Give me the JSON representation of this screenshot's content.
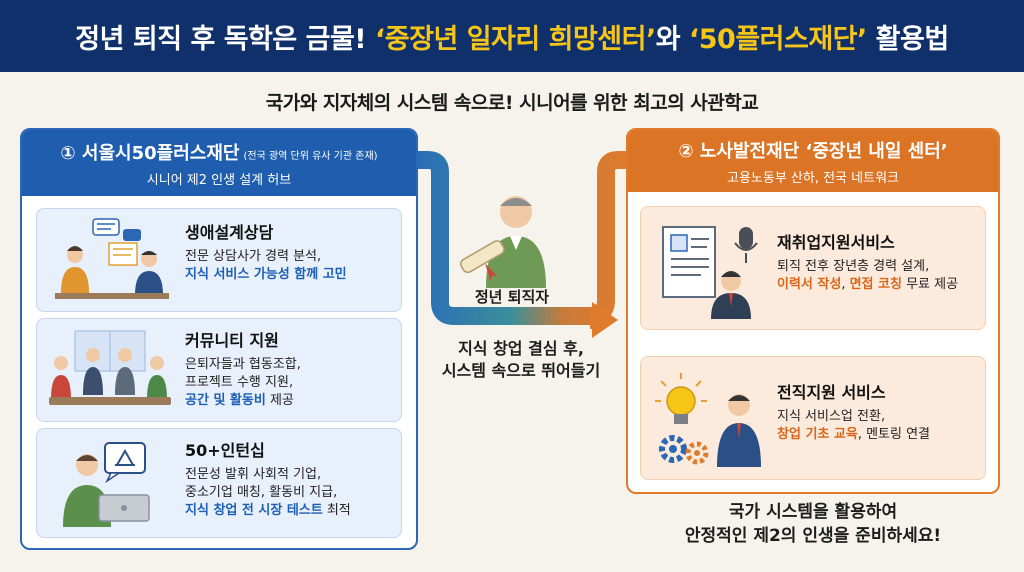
{
  "title": {
    "part1": "정년 퇴직 후 독학은 금물! ",
    "highlight1": "‘중장년 일자리 희망센터’",
    "part2": "와 ",
    "highlight2": "‘50플러스재단’",
    "part3": " 활용법"
  },
  "subtitle": "국가와 지자체의 시스템 속으로! 시니어를 위한 최고의 사관학교",
  "left": {
    "title": "① 서울시50플러스재단",
    "note": "(전국 광역 단위 유사 기관 존재)",
    "subtitle": "시니어 제2 인생 설계 허브",
    "cards": [
      {
        "title": "생애설계상담",
        "line1": "전문 상담사가 경력 분석,",
        "line2_em": "지식 서비스 가능성 함께 고민",
        "line2_rest": ""
      },
      {
        "title": "커뮤니티 지원",
        "line1": "은퇴자들과 협동조합,",
        "line2": "프로젝트 수행 지원,",
        "line3_em": "공간 및 활동비",
        "line3_rest": " 제공"
      },
      {
        "title": "50+인턴십",
        "line1": "전문성 발휘 사회적 기업,",
        "line2": "중소기업 매칭, 활동비 지급,",
        "line3_em": "지식 창업 전 시장 테스트",
        "line3_rest": " 최적"
      }
    ]
  },
  "center": {
    "person_label": "정년 퇴직자",
    "caption_line1": "지식 창업 결심 후,",
    "caption_line2": "시스템 속으로 뛰어들기"
  },
  "right": {
    "title": "② 노사발전재단 ‘중장년 내일 센터’",
    "subtitle": "고용노동부 산하, 전국 네트워크",
    "cards": [
      {
        "title": "재취업지원서비스",
        "line1": "퇴직 전후 장년층 경력 설계,",
        "em1": "이력서 작성",
        "sep": ", ",
        "em2": "면접 코칭",
        "rest": " 무료 제공"
      },
      {
        "title": "전직지원 서비스",
        "line1": "지식 서비스업 전환,",
        "em1": "창업 기초 교육",
        "rest": ", 멘토링 연결"
      }
    ]
  },
  "bottom": {
    "line1": "국가 시스템을 활용하여",
    "line2": "안정적인 제2의 인생을 준비하세요!"
  },
  "colors": {
    "navy": "#10306b",
    "blue": "#1f5eae",
    "orange": "#dc7426",
    "yellow": "#f5c518"
  }
}
